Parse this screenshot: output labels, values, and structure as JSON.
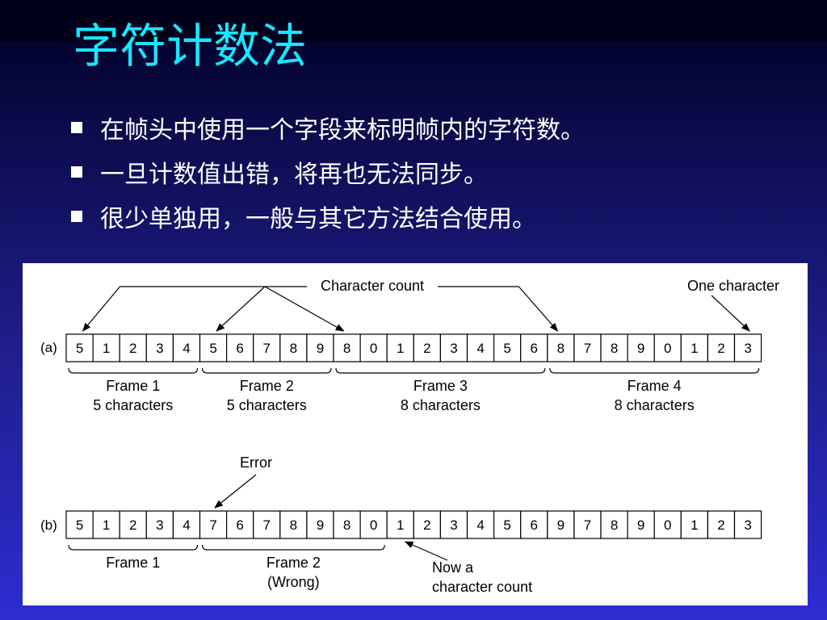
{
  "slide": {
    "title": "字符计数法",
    "bullets": [
      "在帧头中使用一个字段来标明帧内的字符数。",
      "一旦计数值出错，将再也无法同步。",
      "很少单独用，一般与其它方法结合使用。"
    ]
  },
  "diagram": {
    "row_a": {
      "label": "(a)",
      "cells": [
        "5",
        "1",
        "2",
        "3",
        "4",
        "5",
        "6",
        "7",
        "8",
        "9",
        "8",
        "0",
        "1",
        "2",
        "3",
        "4",
        "5",
        "6",
        "8",
        "7",
        "8",
        "9",
        "0",
        "1",
        "2",
        "3"
      ],
      "frames": [
        {
          "line1": "Frame 1",
          "line2": "5 characters",
          "start": 0,
          "end": 4
        },
        {
          "line1": "Frame 2",
          "line2": "5 characters",
          "start": 5,
          "end": 9
        },
        {
          "line1": "Frame 3",
          "line2": "8 characters",
          "start": 10,
          "end": 17
        },
        {
          "line1": "Frame 4",
          "line2": "8 characters",
          "start": 18,
          "end": 25
        }
      ],
      "count_label": "Character count",
      "count_cells": [
        0,
        5,
        10,
        18
      ],
      "one_char_label": "One character",
      "one_char_cell": 25
    },
    "row_b": {
      "label": "(b)",
      "cells": [
        "5",
        "1",
        "2",
        "3",
        "4",
        "7",
        "6",
        "7",
        "8",
        "9",
        "8",
        "0",
        "1",
        "2",
        "3",
        "4",
        "5",
        "6",
        "9",
        "7",
        "8",
        "9",
        "0",
        "1",
        "2",
        "3"
      ],
      "frames": [
        {
          "line1": "Frame 1",
          "line2": "",
          "start": 0,
          "end": 4
        },
        {
          "line1": "Frame 2",
          "line2": "(Wrong)",
          "start": 5,
          "end": 11
        }
      ],
      "error_label": "Error",
      "error_cell": 5,
      "now_line1": "Now a",
      "now_line2": "character count",
      "now_cell": 12
    }
  }
}
